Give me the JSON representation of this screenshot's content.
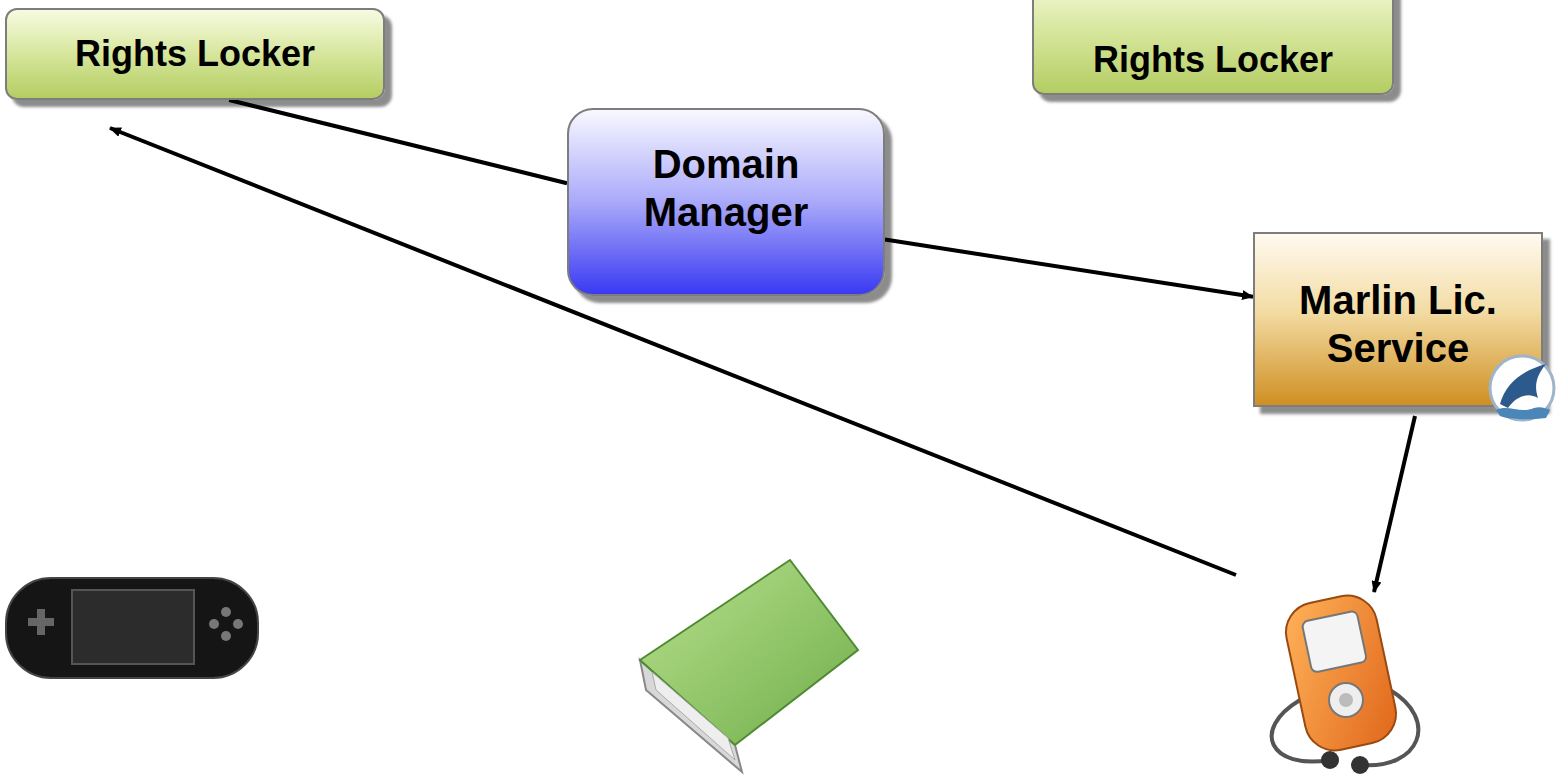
{
  "diagram": {
    "nodes": [
      {
        "text": [
          "Rights Locker"
        ]
      },
      {
        "text": [
          "Rights Locker"
        ]
      },
      {
        "text": [
          "Domain Manager"
        ]
      },
      {
        "text": [
          "Marlin Lic. Service"
        ]
      }
    ],
    "edges": [
      {
        "from": 0,
        "to": 2,
        "arrow": "none"
      },
      {
        "from": 2,
        "to": 3,
        "arrow": "to"
      }
    ]
  }
}
